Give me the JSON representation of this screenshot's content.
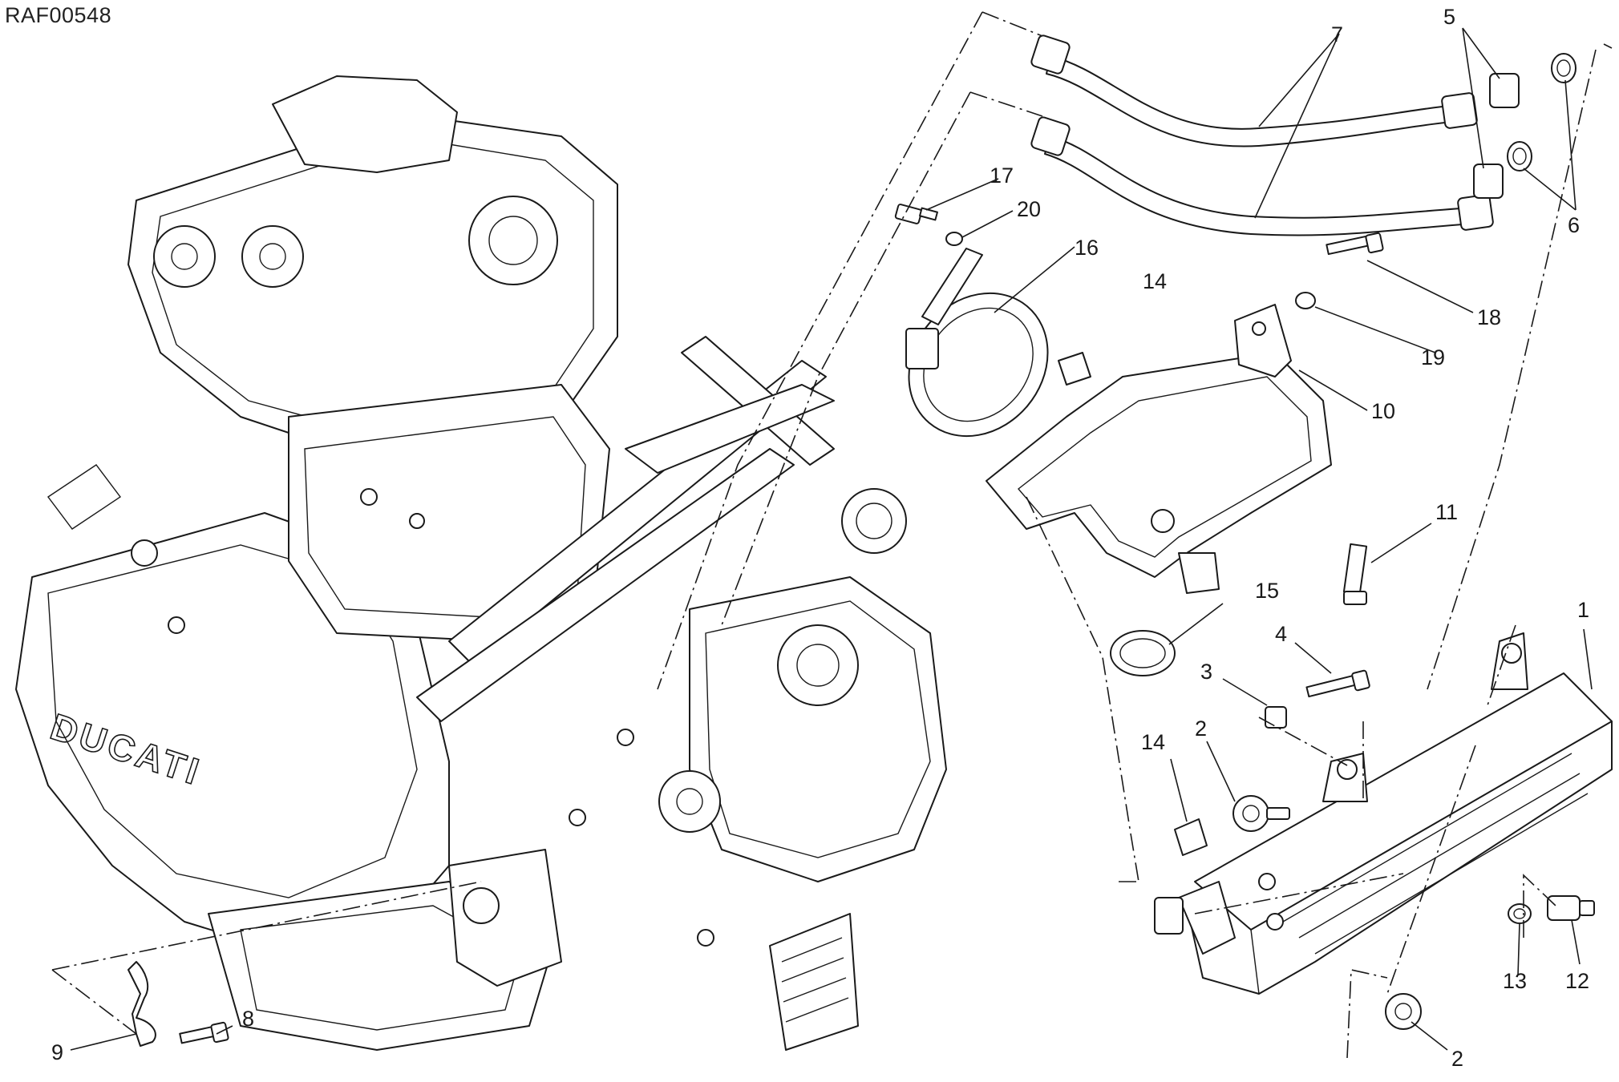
{
  "drawing_code": "RAF00548",
  "brand_marks": {
    "logo": "DUCATI"
  },
  "callouts": [
    {
      "id": "c1",
      "label": "1"
    },
    {
      "id": "c2a",
      "label": "2"
    },
    {
      "id": "c2b",
      "label": "2"
    },
    {
      "id": "c3",
      "label": "3"
    },
    {
      "id": "c4",
      "label": "4"
    },
    {
      "id": "c5",
      "label": "5"
    },
    {
      "id": "c6",
      "label": "6"
    },
    {
      "id": "c7",
      "label": "7"
    },
    {
      "id": "c8",
      "label": "8"
    },
    {
      "id": "c9",
      "label": "9"
    },
    {
      "id": "c10",
      "label": "10"
    },
    {
      "id": "c11",
      "label": "11"
    },
    {
      "id": "c12",
      "label": "12"
    },
    {
      "id": "c13",
      "label": "13"
    },
    {
      "id": "c14a",
      "label": "14"
    },
    {
      "id": "c14b",
      "label": "14"
    },
    {
      "id": "c15",
      "label": "15"
    },
    {
      "id": "c16",
      "label": "16"
    },
    {
      "id": "c17",
      "label": "17"
    },
    {
      "id": "c18",
      "label": "18"
    },
    {
      "id": "c19",
      "label": "19"
    },
    {
      "id": "c20",
      "label": "20"
    }
  ]
}
